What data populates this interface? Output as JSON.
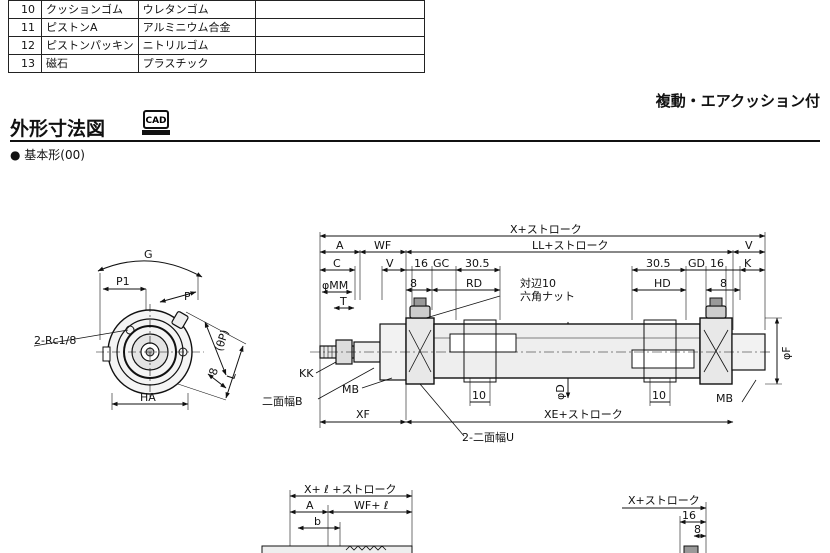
{
  "parts_table": [
    {
      "no": "10",
      "name": "クッションゴム",
      "material": "ウレタンゴム",
      "note": ""
    },
    {
      "no": "11",
      "name": "ピストンA",
      "material": "アルミニウム合金",
      "note": ""
    },
    {
      "no": "12",
      "name": "ピストンパッキン",
      "material": "ニトリルゴム",
      "note": ""
    },
    {
      "no": "13",
      "name": "磁石",
      "material": "プラスチック",
      "note": ""
    }
  ],
  "header": {
    "right_title": "複動・エアクッション付",
    "section_title": "外形寸法図",
    "cad_label": "CAD",
    "subtitle": "● 基本形(00)"
  },
  "side_view": {
    "G": "G",
    "P1": "P1",
    "P": "P",
    "theta_P": "(θP)",
    "eight": "8",
    "L": "L",
    "rc": "2-Rc1/8",
    "HA": "HA"
  },
  "main_view": {
    "x_stroke": "X+ストローク",
    "A": "A",
    "WF": "WF",
    "ll_stroke": "LL+ストローク",
    "V_right": "V",
    "C": "C",
    "V_left": "V",
    "d16a": "16",
    "GC": "GC",
    "d30a": "30.5",
    "d30b": "30.5",
    "GD": "GD",
    "d16b": "16",
    "K": "K",
    "phi_mm": "φMM",
    "T": "T",
    "e8a": "8",
    "RD": "RD",
    "hex1": "対辺10",
    "hex2": "六角ナット",
    "HD": "HD",
    "e8b": "8",
    "KK": "KK",
    "MB1": "MB",
    "two_face_b": "二面幅B",
    "XF": "XF",
    "d10a": "10",
    "xe_stroke": "XE+ストローク",
    "d10b": "10",
    "MB2": "MB",
    "phi_D": "φD",
    "phi_F": "φF",
    "two_face_u": "2-二面幅U"
  },
  "lower_view": {
    "x_l_stroke": "X+ ℓ +ストローク",
    "A": "A",
    "wf_l": "WF+ ℓ",
    "b": "b"
  },
  "lower_right": {
    "x_stroke": "X+ストローク",
    "d16": "16",
    "d8": "8"
  }
}
